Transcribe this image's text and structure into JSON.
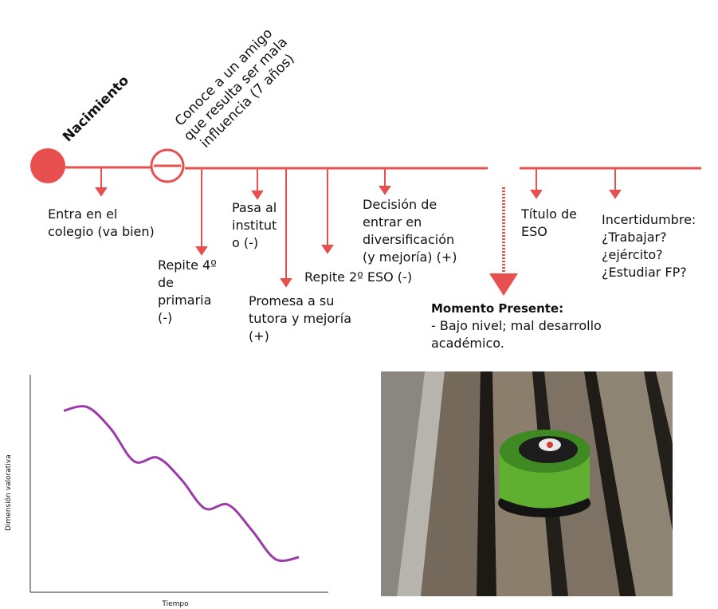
{
  "timeline": {
    "events_above": [
      {
        "label": "Nacimiento"
      },
      {
        "label": "Conoce a un amigo\nque resulta ser mala\ninfluencia (7 años)"
      }
    ],
    "events_below": [
      {
        "label": "Entra en el\ncolegio (va bien)"
      },
      {
        "label": "Repite 4º\nde\nprimaria\n(-)"
      },
      {
        "label": "Pasa al\ninstitut\no (-)"
      },
      {
        "label": "Promesa a su\ntutora y mejoría\n(+)"
      },
      {
        "label": "Repite 2º ESO (-)"
      },
      {
        "label": "Decisión de\nentrar en\ndiversificación\n(y mejoría) (+)"
      },
      {
        "label": "Título de\nESO"
      },
      {
        "label": "Incertidumbre:\n¿Trabajar?\n¿ejército?\n¿Estudiar FP?"
      }
    ],
    "present": {
      "title": "Momento Presente:",
      "body": "- Bajo nivel; mal desarrollo\nacadémico."
    },
    "colors": {
      "line": "#e8504f",
      "dot": "#e8504f"
    }
  },
  "chart_data": {
    "type": "line",
    "xlabel": "Tiempo",
    "ylabel": "Dimensión valorativa",
    "series": [
      {
        "values": [
          0.88,
          0.9,
          0.78,
          0.6,
          0.62,
          0.5,
          0.34,
          0.36,
          0.22,
          0.06,
          0.07
        ]
      }
    ],
    "grid": false,
    "colors": {
      "line": "#9b3aa8",
      "axis": "#555555"
    }
  },
  "photo": {
    "subject": "green-speaker-on-bench",
    "colors": {
      "wood": "#6b6256",
      "speaker": "#5fb030"
    }
  }
}
